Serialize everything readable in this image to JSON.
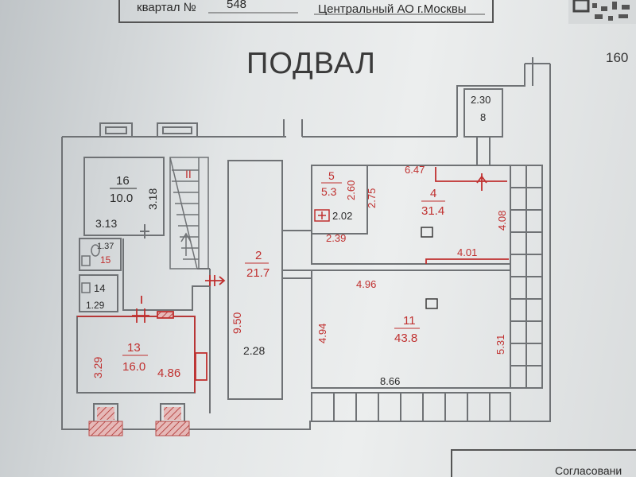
{
  "header": {
    "block_label": "квартал №",
    "block_number": "548",
    "district": "Центральный АО г.Москвы",
    "page_number_partial": "160"
  },
  "plan": {
    "title": "ПОДВАЛ",
    "rooms": [
      {
        "number": "16",
        "area": "10.0"
      },
      {
        "number": "2",
        "area": "21.7"
      },
      {
        "number": "5",
        "area": "5.3"
      },
      {
        "number": "4",
        "area": "31.4"
      },
      {
        "number": "11",
        "area": "43.8"
      },
      {
        "number": "13",
        "area": "16.0"
      },
      {
        "number": "8"
      },
      {
        "number": "15"
      },
      {
        "number": "14"
      },
      {
        "number": "II"
      }
    ],
    "dimensions": [
      "3.18",
      "3.13",
      "1.37",
      "1.29",
      "9.50",
      "2.28",
      "2.60",
      "2.75",
      "2.02",
      "2.39",
      "6.47",
      "4.08",
      "4.01",
      "4.96",
      "4.94",
      "5.31",
      "8.66",
      "3.29",
      "4.86",
      "2.30"
    ]
  },
  "footer": {
    "approval_partial": "Согласовани"
  },
  "colors": {
    "wall": "#6f7275",
    "wall_fill": "#eef0f0",
    "text_dark": "#2a2a2a",
    "annotation_red": "#c0302f"
  }
}
